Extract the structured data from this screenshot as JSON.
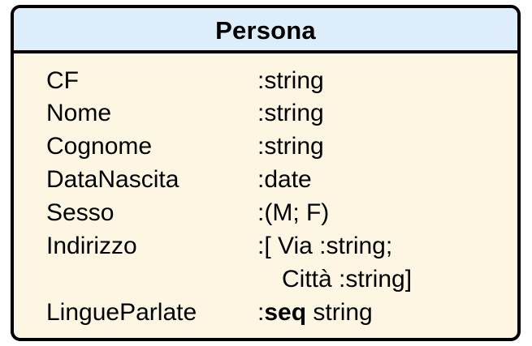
{
  "class": {
    "name": "Persona",
    "colors": {
      "header_fill": "#ddeefa",
      "body_fill": "#fdf6e3",
      "border": "#000000"
    },
    "attributes": [
      {
        "name": "CF",
        "type": ":string"
      },
      {
        "name": "Nome",
        "type": ":string"
      },
      {
        "name": "Cognome",
        "type": ":string"
      },
      {
        "name": "DataNascita",
        "type": ":date"
      },
      {
        "name": "Sesso",
        "type": ":(M; F)"
      },
      {
        "name": "Indirizzo",
        "type": ":[ Via :string;",
        "type_cont": "Città :string]"
      },
      {
        "name": "LingueParlate",
        "type_prefix": ":",
        "type_keyword": "seq",
        "type_rest": " string"
      }
    ]
  }
}
